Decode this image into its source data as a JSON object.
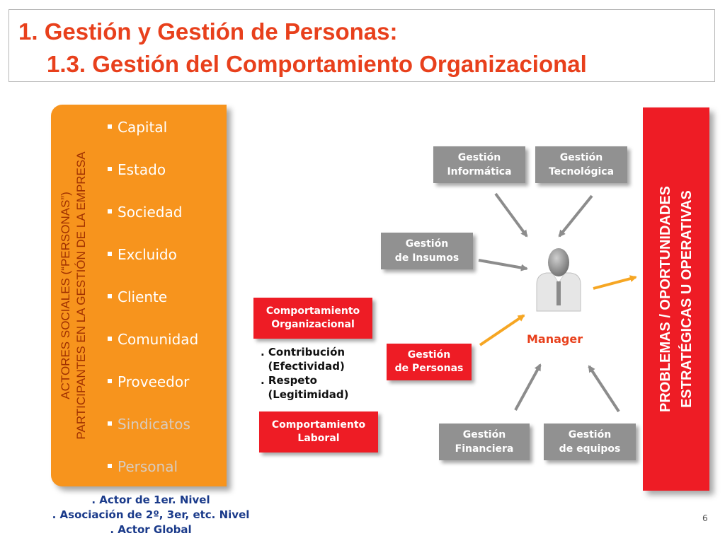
{
  "title": {
    "line1": "1. Gestión y Gestión de Personas:",
    "line2": "1.3. Gestión del Comportamiento Organizacional"
  },
  "left_panel": {
    "vertical_line1": "ACTORES SOCIALES (“PERSONAS”)",
    "vertical_line2": "PARTICIPANTES EN LA GESTIÓN DE LA EMPRESA",
    "items": [
      "Capital",
      "Estado",
      "Sociedad",
      "Excluido",
      "Cliente",
      "Comunidad",
      "Proveedor",
      "Sindicatos",
      "Personal"
    ]
  },
  "actor_levels": [
    ". Actor de 1er. Nivel",
    ". Asociación de 2º, 3er, etc. Nivel",
    ". Actor Global"
  ],
  "center": {
    "comp_org_line1": "Comportamiento",
    "comp_org_line2": "Organizacional",
    "contrib_line1": ". Contribución",
    "contrib_line2": "  (Efectividad)",
    "contrib_line3": ". Respeto",
    "contrib_line4": "  (Legitimidad)",
    "comp_lab_line1": "Comportamiento",
    "comp_lab_line2": "Laboral"
  },
  "nodes": {
    "informatica": [
      "Gestión",
      "Informática"
    ],
    "tecnologica": [
      "Gestión",
      "Tecnológica"
    ],
    "insumos": [
      "Gestión",
      "de Insumos"
    ],
    "personas": [
      "Gestión",
      "de Personas"
    ],
    "financiera": [
      "Gestión",
      "Financiera"
    ],
    "equipos": [
      "Gestión",
      "de equipos"
    ]
  },
  "manager_label": "Manager",
  "right_panel": {
    "line1": "PROBLEMAS / OPORTUNIDADES",
    "line2": "ESTRATÉGICAS U OPERATIVAS"
  },
  "page_number": "6",
  "colors": {
    "title": "#e8401c",
    "orange_panel": "#f7941d",
    "red_box": "#ee1c25",
    "grey_box": "#919191",
    "arrow_grey": "#8c8c8c",
    "arrow_orange": "#f6a623",
    "actor_text": "#1a3a8a"
  }
}
